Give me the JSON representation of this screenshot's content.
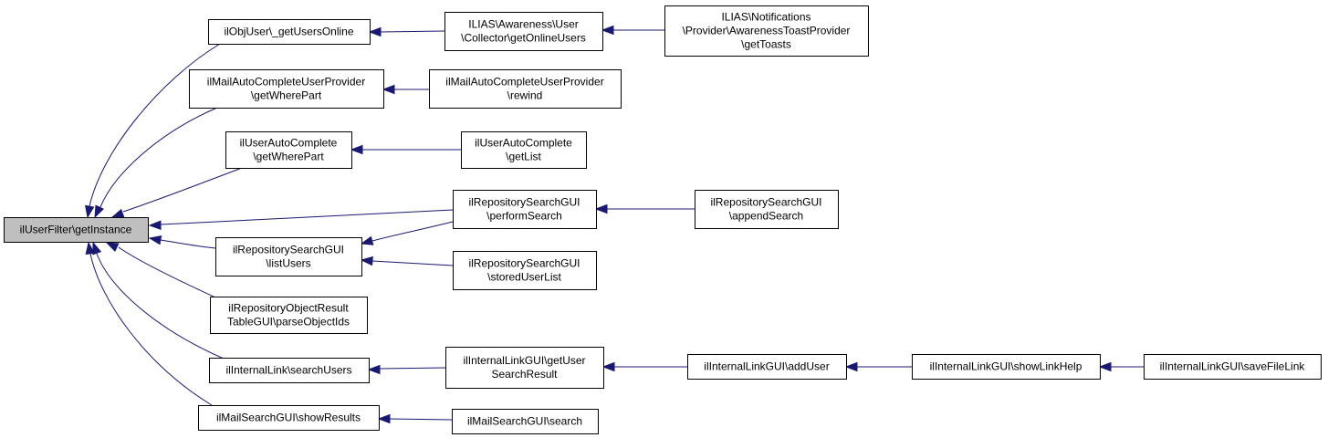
{
  "colors": {
    "edge": "#191970",
    "root_fill": "#bfbfbf",
    "node_fill": "#ffffff",
    "node_border": "#000000"
  },
  "nodes": [
    {
      "id": "root",
      "lines": [
        "ilUserFilter\\getInstance"
      ]
    },
    {
      "id": "objuser",
      "lines": [
        "ilObjUser\\_getUsersOnline"
      ]
    },
    {
      "id": "awareness",
      "lines": [
        "ILIAS\\Awareness\\User",
        "\\Collector\\getOnlineUsers"
      ]
    },
    {
      "id": "notif",
      "lines": [
        "ILIAS\\Notifications",
        "\\Provider\\AwarenessToastProvider",
        "\\getToasts"
      ]
    },
    {
      "id": "mailac",
      "lines": [
        "ilMailAutoCompleteUserProvider",
        "\\getWherePart"
      ]
    },
    {
      "id": "mailrewind",
      "lines": [
        "ilMailAutoCompleteUserProvider",
        "\\rewind"
      ]
    },
    {
      "id": "userac",
      "lines": [
        "ilUserAutoComplete",
        "\\getWherePart"
      ]
    },
    {
      "id": "usergetlist",
      "lines": [
        "ilUserAutoComplete",
        "\\getList"
      ]
    },
    {
      "id": "perform",
      "lines": [
        "ilRepositorySearchGUI",
        "\\performSearch"
      ]
    },
    {
      "id": "append",
      "lines": [
        "ilRepositorySearchGUI",
        "\\appendSearch"
      ]
    },
    {
      "id": "listusers",
      "lines": [
        "ilRepositorySearchGUI",
        "\\listUsers"
      ]
    },
    {
      "id": "stored",
      "lines": [
        "ilRepositorySearchGUI",
        "\\storedUserList"
      ]
    },
    {
      "id": "objresult",
      "lines": [
        "ilRepositoryObjectResult",
        "TableGUI\\parseObjectIds"
      ]
    },
    {
      "id": "searchusers",
      "lines": [
        "ilInternalLink\\searchUsers"
      ]
    },
    {
      "id": "getuser",
      "lines": [
        "ilInternalLinkGUI\\getUser",
        "SearchResult"
      ]
    },
    {
      "id": "adduser",
      "lines": [
        "ilInternalLinkGUI\\addUser"
      ]
    },
    {
      "id": "showhelp",
      "lines": [
        "ilInternalLinkGUI\\showLinkHelp"
      ]
    },
    {
      "id": "savefile",
      "lines": [
        "ilInternalLinkGUI\\saveFileLink"
      ]
    },
    {
      "id": "mailshow",
      "lines": [
        "ilMailSearchGUI\\showResults"
      ]
    },
    {
      "id": "mailsearch",
      "lines": [
        "ilMailSearchGUI\\search"
      ]
    }
  ],
  "edges": [
    {
      "from": "objuser",
      "to": "root"
    },
    {
      "from": "mailac",
      "to": "root"
    },
    {
      "from": "userac",
      "to": "root"
    },
    {
      "from": "perform",
      "to": "root"
    },
    {
      "from": "listusers",
      "to": "root"
    },
    {
      "from": "objresult",
      "to": "root"
    },
    {
      "from": "searchusers",
      "to": "root"
    },
    {
      "from": "mailshow",
      "to": "root"
    },
    {
      "from": "awareness",
      "to": "objuser"
    },
    {
      "from": "notif",
      "to": "awareness"
    },
    {
      "from": "mailrewind",
      "to": "mailac"
    },
    {
      "from": "usergetlist",
      "to": "userac"
    },
    {
      "from": "append",
      "to": "perform"
    },
    {
      "from": "perform",
      "to": "listusers"
    },
    {
      "from": "stored",
      "to": "listusers"
    },
    {
      "from": "getuser",
      "to": "searchusers"
    },
    {
      "from": "adduser",
      "to": "getuser"
    },
    {
      "from": "showhelp",
      "to": "adduser"
    },
    {
      "from": "savefile",
      "to": "showhelp"
    },
    {
      "from": "mailsearch",
      "to": "mailshow"
    }
  ]
}
